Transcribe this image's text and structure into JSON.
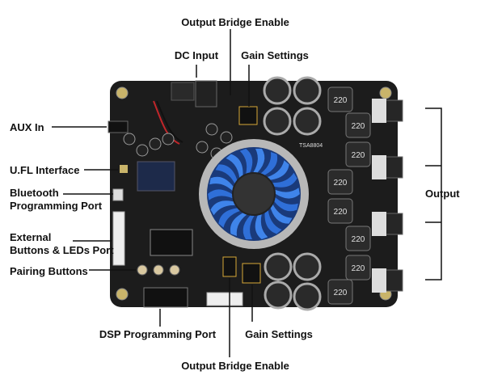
{
  "labels": {
    "output_bridge_enable_top": "Output Bridge Enable",
    "dc_input": "DC Input",
    "gain_settings_top": "Gain Settings",
    "aux_in": "AUX In",
    "ufl_interface": "U.FL Interface",
    "bluetooth_programming_port_line1": "Bluetooth",
    "bluetooth_programming_port_line2": "Programming Port",
    "external_buttons_line1": "External",
    "external_buttons_line2": "Buttons & LEDs Port",
    "pairing_buttons": "Pairing Buttons",
    "output": "Output",
    "dsp_programming_port": "DSP Programming Port",
    "gain_settings_bottom": "Gain Settings",
    "output_bridge_enable_bottom": "Output Bridge Enable"
  },
  "board": {
    "inductor_label": "220",
    "amp_chip_label": "TSA8804"
  },
  "colors": {
    "pcb": "#1c1c1c",
    "fan_blue": "#2f6fd8",
    "label_text": "#111111",
    "heatsink": "#b8b8b8"
  }
}
